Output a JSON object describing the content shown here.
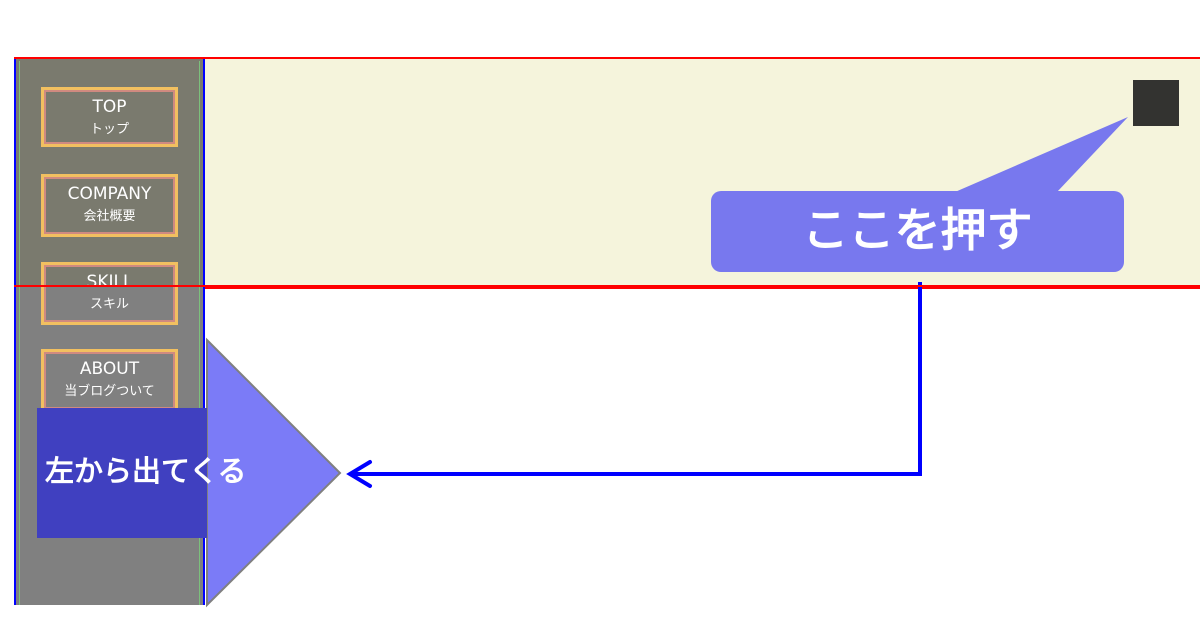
{
  "sidebar": {
    "items": [
      {
        "en": "TOP",
        "ja": "トップ"
      },
      {
        "en": "COMPANY",
        "ja": "会社概要"
      },
      {
        "en": "SKILL",
        "ja": "スキル"
      },
      {
        "en": "ABOUT",
        "ja": "当ブログついて"
      }
    ]
  },
  "annotations": {
    "slide_in": "左から出てくる",
    "press_here": "ここを押す"
  },
  "colors": {
    "header_border": "#ff0000",
    "header_bg": "#f5f4dc",
    "callout": "#7878ee",
    "arrow": "#0000ff",
    "slide_box": "#4040c0"
  }
}
